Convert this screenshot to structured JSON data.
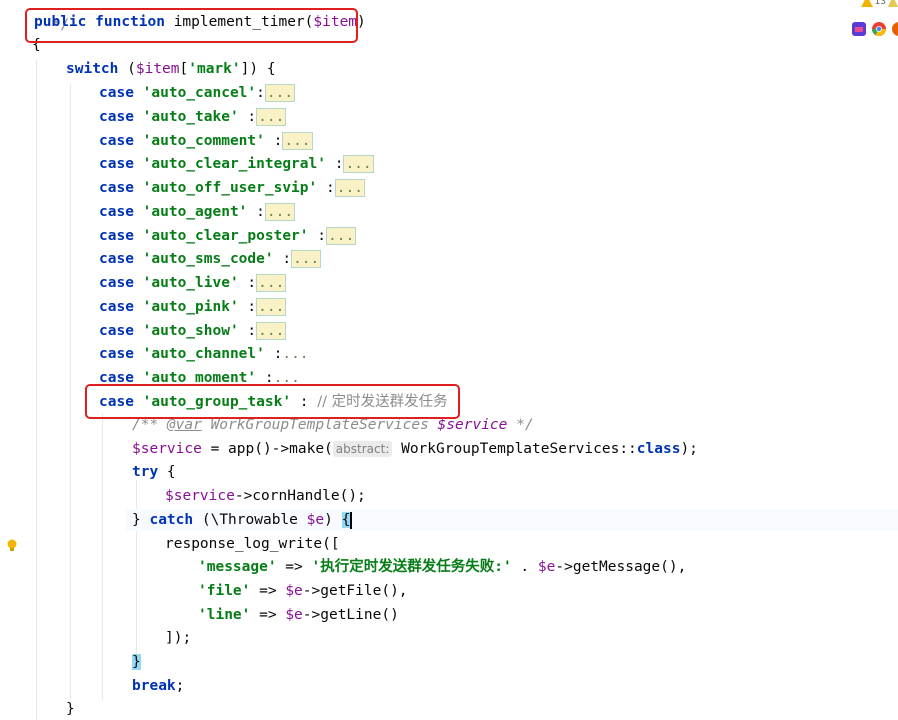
{
  "editor": {
    "top_comment": "*/",
    "fn_public": "public",
    "fn_function": "function",
    "fn_name": "implement_timer(",
    "fn_param": "$item",
    "fn_close": ")",
    "brace_open": "{",
    "brace_close": "}",
    "switch_kw": "switch",
    "switch_open": " (",
    "switch_var": "$item",
    "switch_index_open": "[",
    "switch_key": "'mark'",
    "switch_close": "]) {",
    "case_kw": "case",
    "fold_text": "...",
    "cases": [
      {
        "label": "'auto_cancel'",
        "sep": ":"
      },
      {
        "label": "'auto_take'",
        "sep": " :"
      },
      {
        "label": "'auto_comment'",
        "sep": " :"
      },
      {
        "label": "'auto_clear_integral'",
        "sep": " :"
      },
      {
        "label": "'auto_off_user_svip'",
        "sep": " :"
      },
      {
        "label": "'auto_agent'",
        "sep": " :"
      },
      {
        "label": "'auto_clear_poster'",
        "sep": " :"
      },
      {
        "label": "'auto_sms_code'",
        "sep": " :"
      },
      {
        "label": "'auto_live'",
        "sep": " :"
      },
      {
        "label": "'auto_pink'",
        "sep": " :"
      },
      {
        "label": "'auto_show'",
        "sep": " :"
      },
      {
        "label": "'auto_channel'",
        "sep": " :"
      },
      {
        "label": "'auto_moment'",
        "sep": " :"
      }
    ],
    "group_case": {
      "label": "'auto_group_task'",
      "sep": " :",
      "comment": "// 定时发送群发任务"
    },
    "doc_open": "/** ",
    "doc_tag": "@var",
    "doc_type": " WorkGroupTemplateServices ",
    "doc_var": "$service",
    "doc_close": " */",
    "service_var": "$service",
    "assign_mid": " = app()->make(",
    "hint_label": "abstract:",
    "make_class": " WorkGroupTemplateServices::",
    "class_kw": "class",
    "make_end": ");",
    "try_kw": "try",
    "try_brace": " {",
    "call_var": "$service",
    "call_method": "->cornHandle();",
    "catch_close": "} ",
    "catch_kw": "catch",
    "catch_type": " (\\Throwable ",
    "catch_var": "$e",
    "catch_paren": ") ",
    "log_call": "response_log_write([",
    "msg_key": "'message'",
    "arrow": " => ",
    "msg_val": "'执行定时发送群发任务失败:'",
    "concat": " . ",
    "e_var": "$e",
    "msg_method": "->getMessage(),",
    "file_key": "'file'",
    "file_method": "->getFile(),",
    "line_key": "'line'",
    "line_method": "->getLine()",
    "arr_close": "]);",
    "break_kw": "break",
    "semi": ";",
    "gutter_warn_count": "13"
  }
}
